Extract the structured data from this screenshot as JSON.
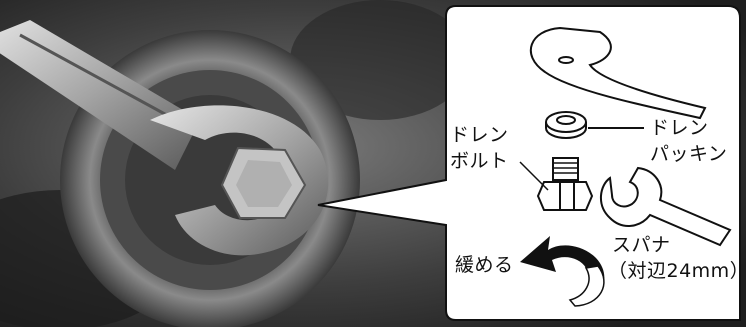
{
  "labels": {
    "drain_bolt_line1": "ドレン",
    "drain_bolt_line2": "ボルト",
    "drain_packing_line1": "ドレン",
    "drain_packing_line2": "パッキン",
    "spanner_line1": "スパナ",
    "spanner_line2": "（対辺24mm）",
    "loosen": "緩める"
  },
  "colors": {
    "photo_dark": "#2b2b2b",
    "photo_mid": "#6e6e6e",
    "metal_light": "#c9c9c9",
    "line": "#111111",
    "panel_bg": "#ffffff"
  },
  "icons": {
    "loosen_arrow": "counterclockwise-arrow-icon"
  }
}
